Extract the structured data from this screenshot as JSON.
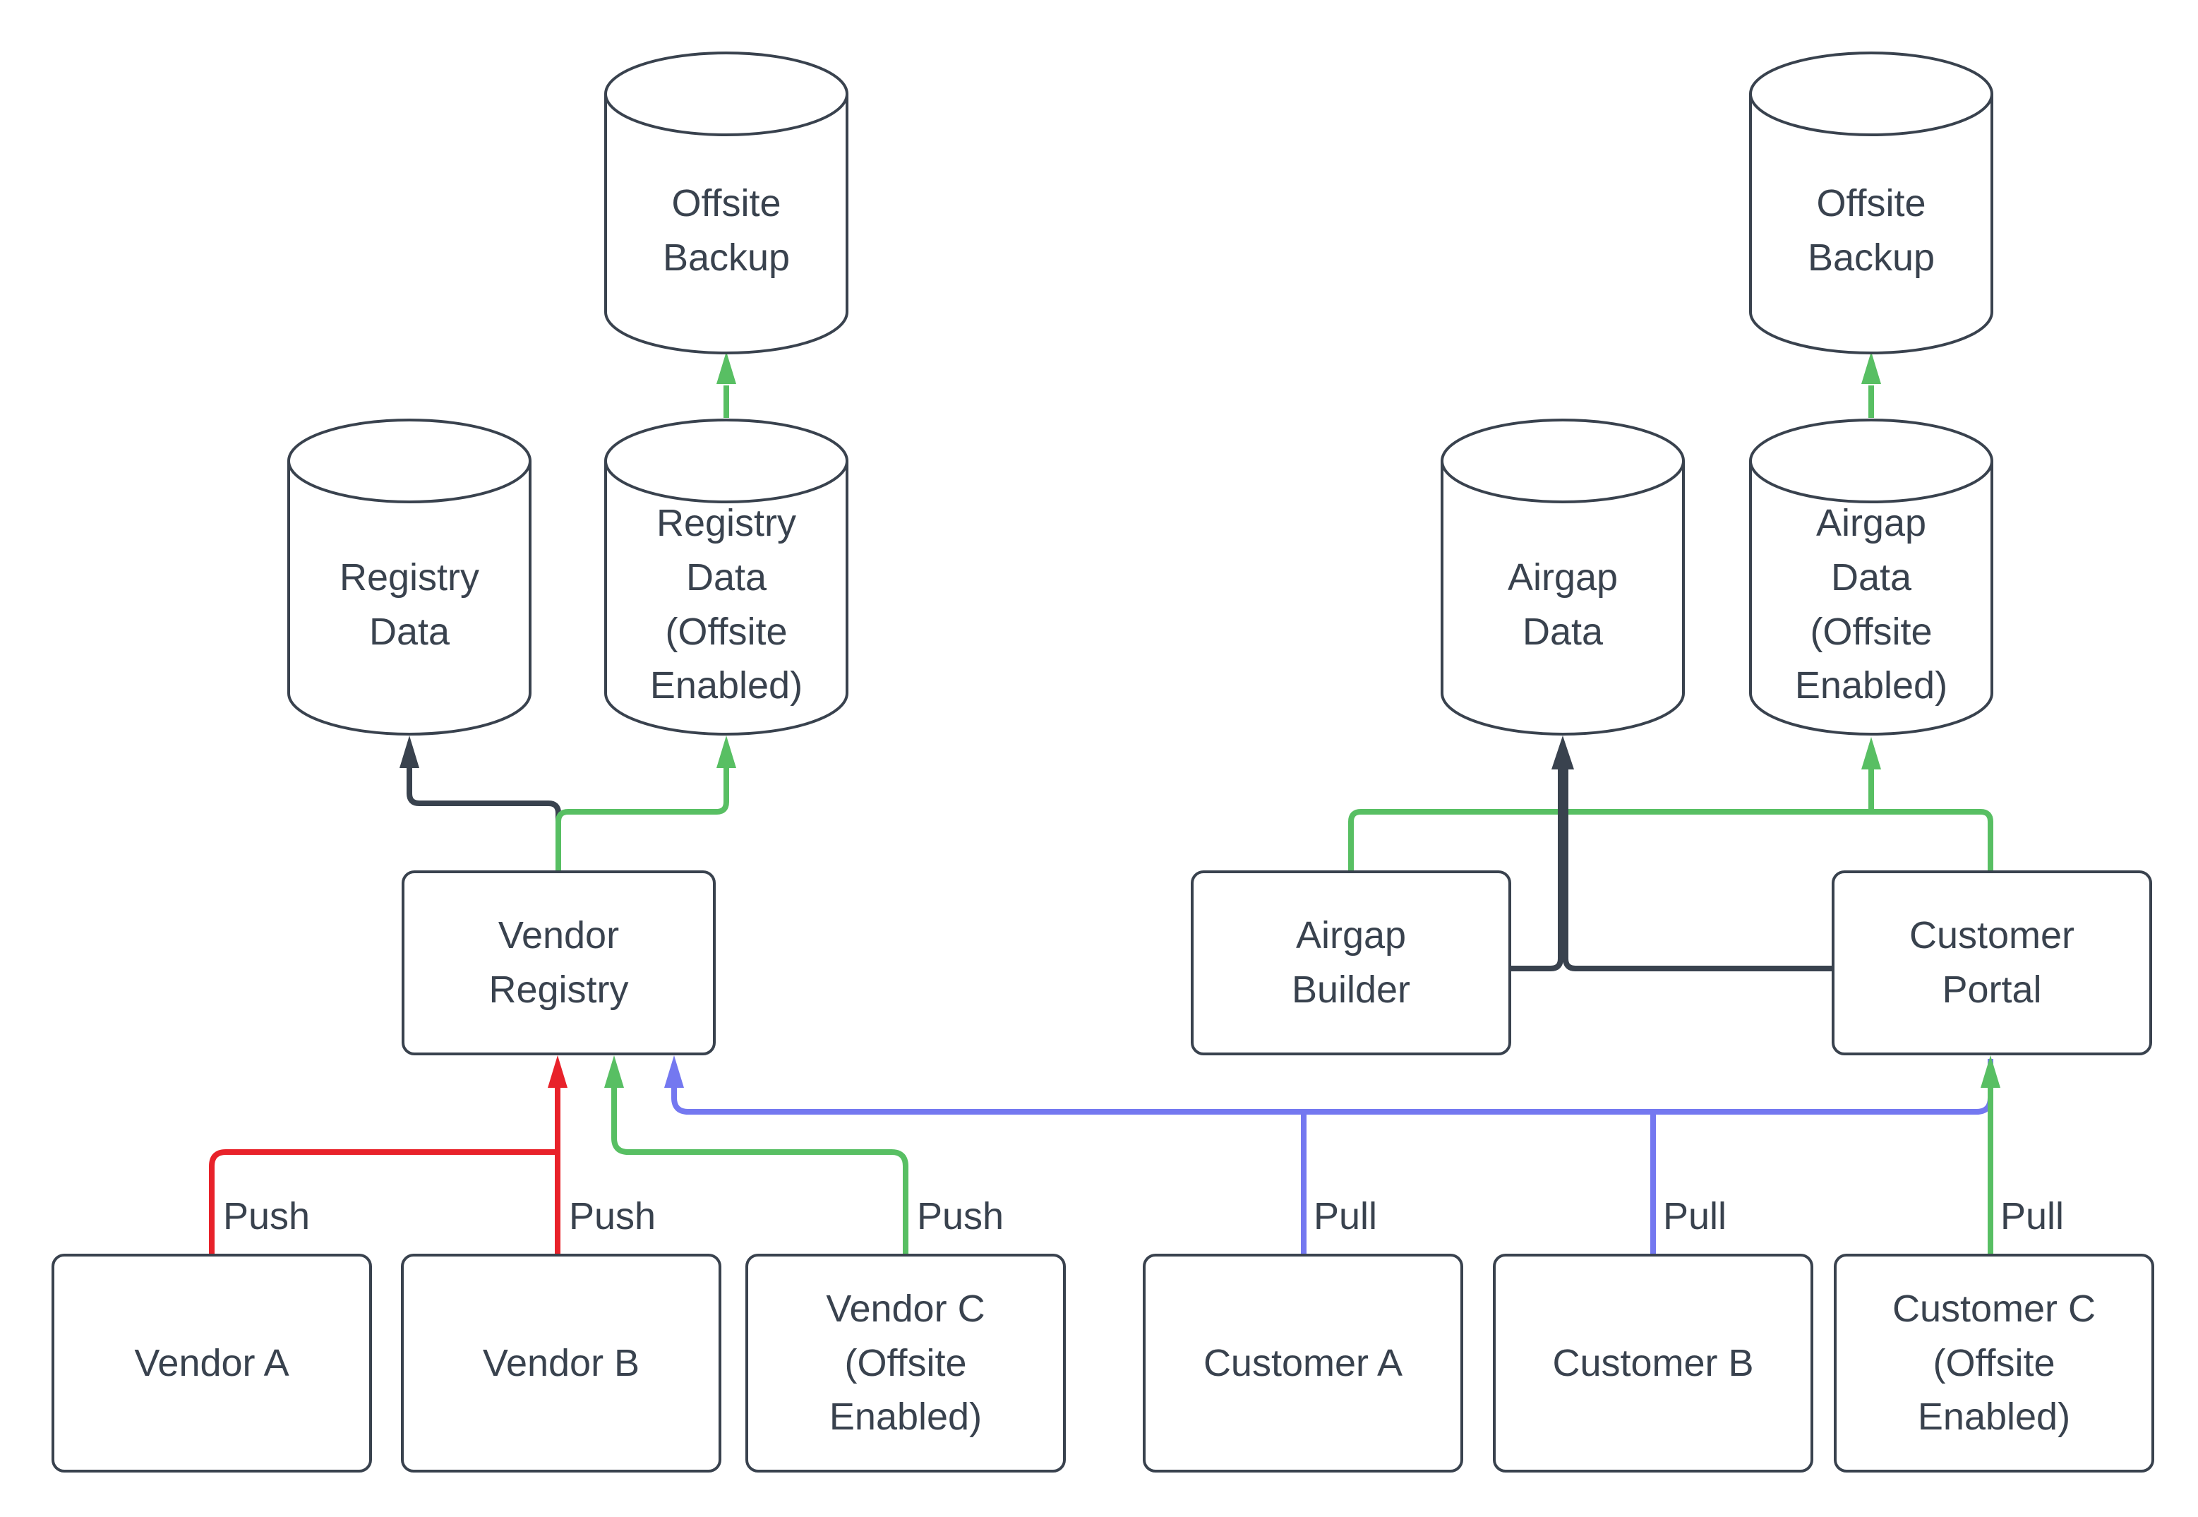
{
  "colors": {
    "dark": "#39424E",
    "red": "#E8222A",
    "green": "#58BF63",
    "blue": "#7478F0",
    "node_fill": "#FFFFFF",
    "background": "#FFFFFF"
  },
  "edge_labels": {
    "push": "Push",
    "pull": "Pull"
  },
  "nodes": {
    "offsite_backup_left": {
      "label": [
        "Offsite",
        "Backup"
      ]
    },
    "registry_data": {
      "label": [
        "Registry",
        "Data"
      ]
    },
    "registry_data_offsite": {
      "label": [
        "Registry",
        "Data",
        "(Offsite",
        "Enabled)"
      ]
    },
    "vendor_registry": {
      "label": [
        "Vendor",
        "Registry"
      ]
    },
    "vendor_a": {
      "label": [
        "Vendor A"
      ]
    },
    "vendor_b": {
      "label": [
        "Vendor B"
      ]
    },
    "vendor_c": {
      "label": [
        "Vendor C",
        "(Offsite",
        "Enabled)"
      ]
    },
    "offsite_backup_right": {
      "label": [
        "Offsite",
        "Backup"
      ]
    },
    "airgap_data": {
      "label": [
        "Airgap",
        "Data"
      ]
    },
    "airgap_data_offsite": {
      "label": [
        "Airgap",
        "Data",
        "(Offsite",
        "Enabled)"
      ]
    },
    "airgap_builder": {
      "label": [
        "Airgap",
        "Builder"
      ]
    },
    "customer_portal": {
      "label": [
        "Customer",
        "Portal"
      ]
    },
    "customer_a": {
      "label": [
        "Customer A"
      ]
    },
    "customer_b": {
      "label": [
        "Customer B"
      ]
    },
    "customer_c": {
      "label": [
        "Customer C",
        "(Offsite",
        "Enabled)"
      ]
    }
  }
}
